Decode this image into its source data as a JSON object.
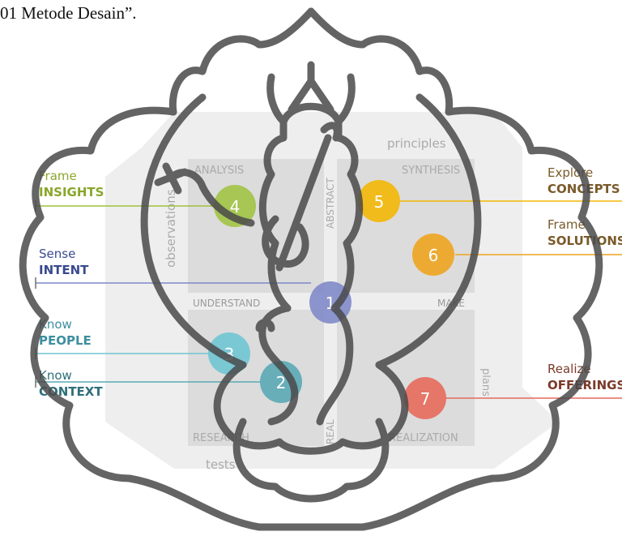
{
  "caption": "01 Metode Desain”.",
  "colors": {
    "green": "#9ec23c",
    "yellow": "#f2b705",
    "orange": "#eea41f",
    "purple": "#7f89c8",
    "cyan": "#6fc5d3",
    "teal": "#5aa9b5",
    "red": "#e66a5b",
    "navy": "#3a4a8f",
    "brown": "#7a5a2a",
    "quadrant": "#dcdcdc",
    "panel": "#eeeeee",
    "watermark": "#4a4a4a"
  },
  "axes": {
    "top": "principles",
    "bottom": "tests",
    "left": "observations",
    "right": "plans",
    "vertical_top": "ABSTRACT",
    "vertical_bottom": "REAL",
    "horizontal_left": "UNDERSTAND",
    "horizontal_right": "MAKE"
  },
  "quadrants": {
    "top_left": "ANALYSIS",
    "top_right": "SYNTHESIS",
    "bottom_left": "RESEARCH",
    "bottom_right": "REALIZATION"
  },
  "modes": [
    {
      "number": "1",
      "verb": "Sense",
      "noun": "INTENT",
      "color": "purple",
      "side": "left"
    },
    {
      "number": "2",
      "verb": "Know",
      "noun": "CONTEXT",
      "color": "teal",
      "side": "left"
    },
    {
      "number": "3",
      "verb": "Know",
      "noun": "PEOPLE",
      "color": "cyan",
      "side": "left"
    },
    {
      "number": "4",
      "verb": "Frame",
      "noun": "INSIGHTS",
      "color": "green",
      "side": "left"
    },
    {
      "number": "5",
      "verb": "Explore",
      "noun": "CONCEPTS",
      "color": "yellow",
      "side": "right"
    },
    {
      "number": "6",
      "verb": "Frame",
      "noun": "SOLUTIONS",
      "color": "orange",
      "side": "right"
    },
    {
      "number": "7",
      "verb": "Realize",
      "noun": "OFFERINGS",
      "color": "red",
      "side": "right"
    }
  ]
}
